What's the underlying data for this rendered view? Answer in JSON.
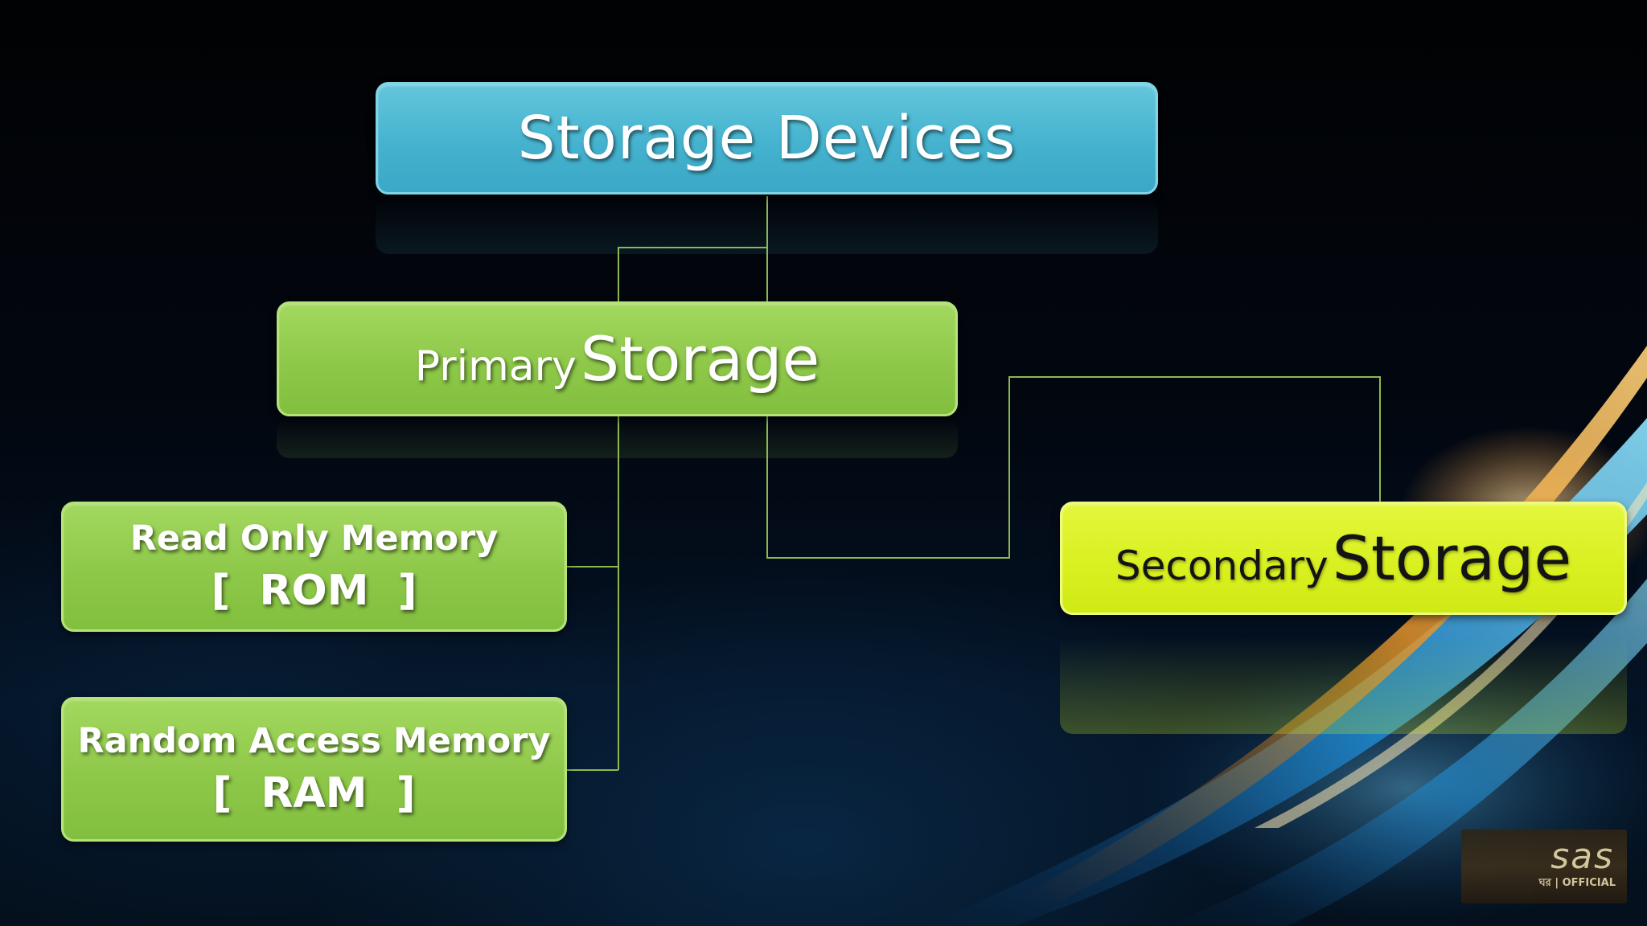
{
  "diagram": {
    "root": {
      "label": "Storage Devices"
    },
    "primary": {
      "prefix": "Primary",
      "main": "Storage"
    },
    "secondary": {
      "prefix": "Secondary",
      "main": "Storage"
    },
    "rom": {
      "name": "Read Only Memory",
      "abbr": "[  ROM  ]"
    },
    "ram": {
      "name": "Random Access Memory",
      "abbr": "[  RAM  ]"
    }
  },
  "colors": {
    "root": "#45b3cf",
    "primary": "#8ec849",
    "memory": "#8ec849",
    "secondary": "#d8f01f",
    "connector": "#8fb84e"
  },
  "watermark": {
    "mark": "sas",
    "sub": "ঘর | OFFICIAL"
  }
}
